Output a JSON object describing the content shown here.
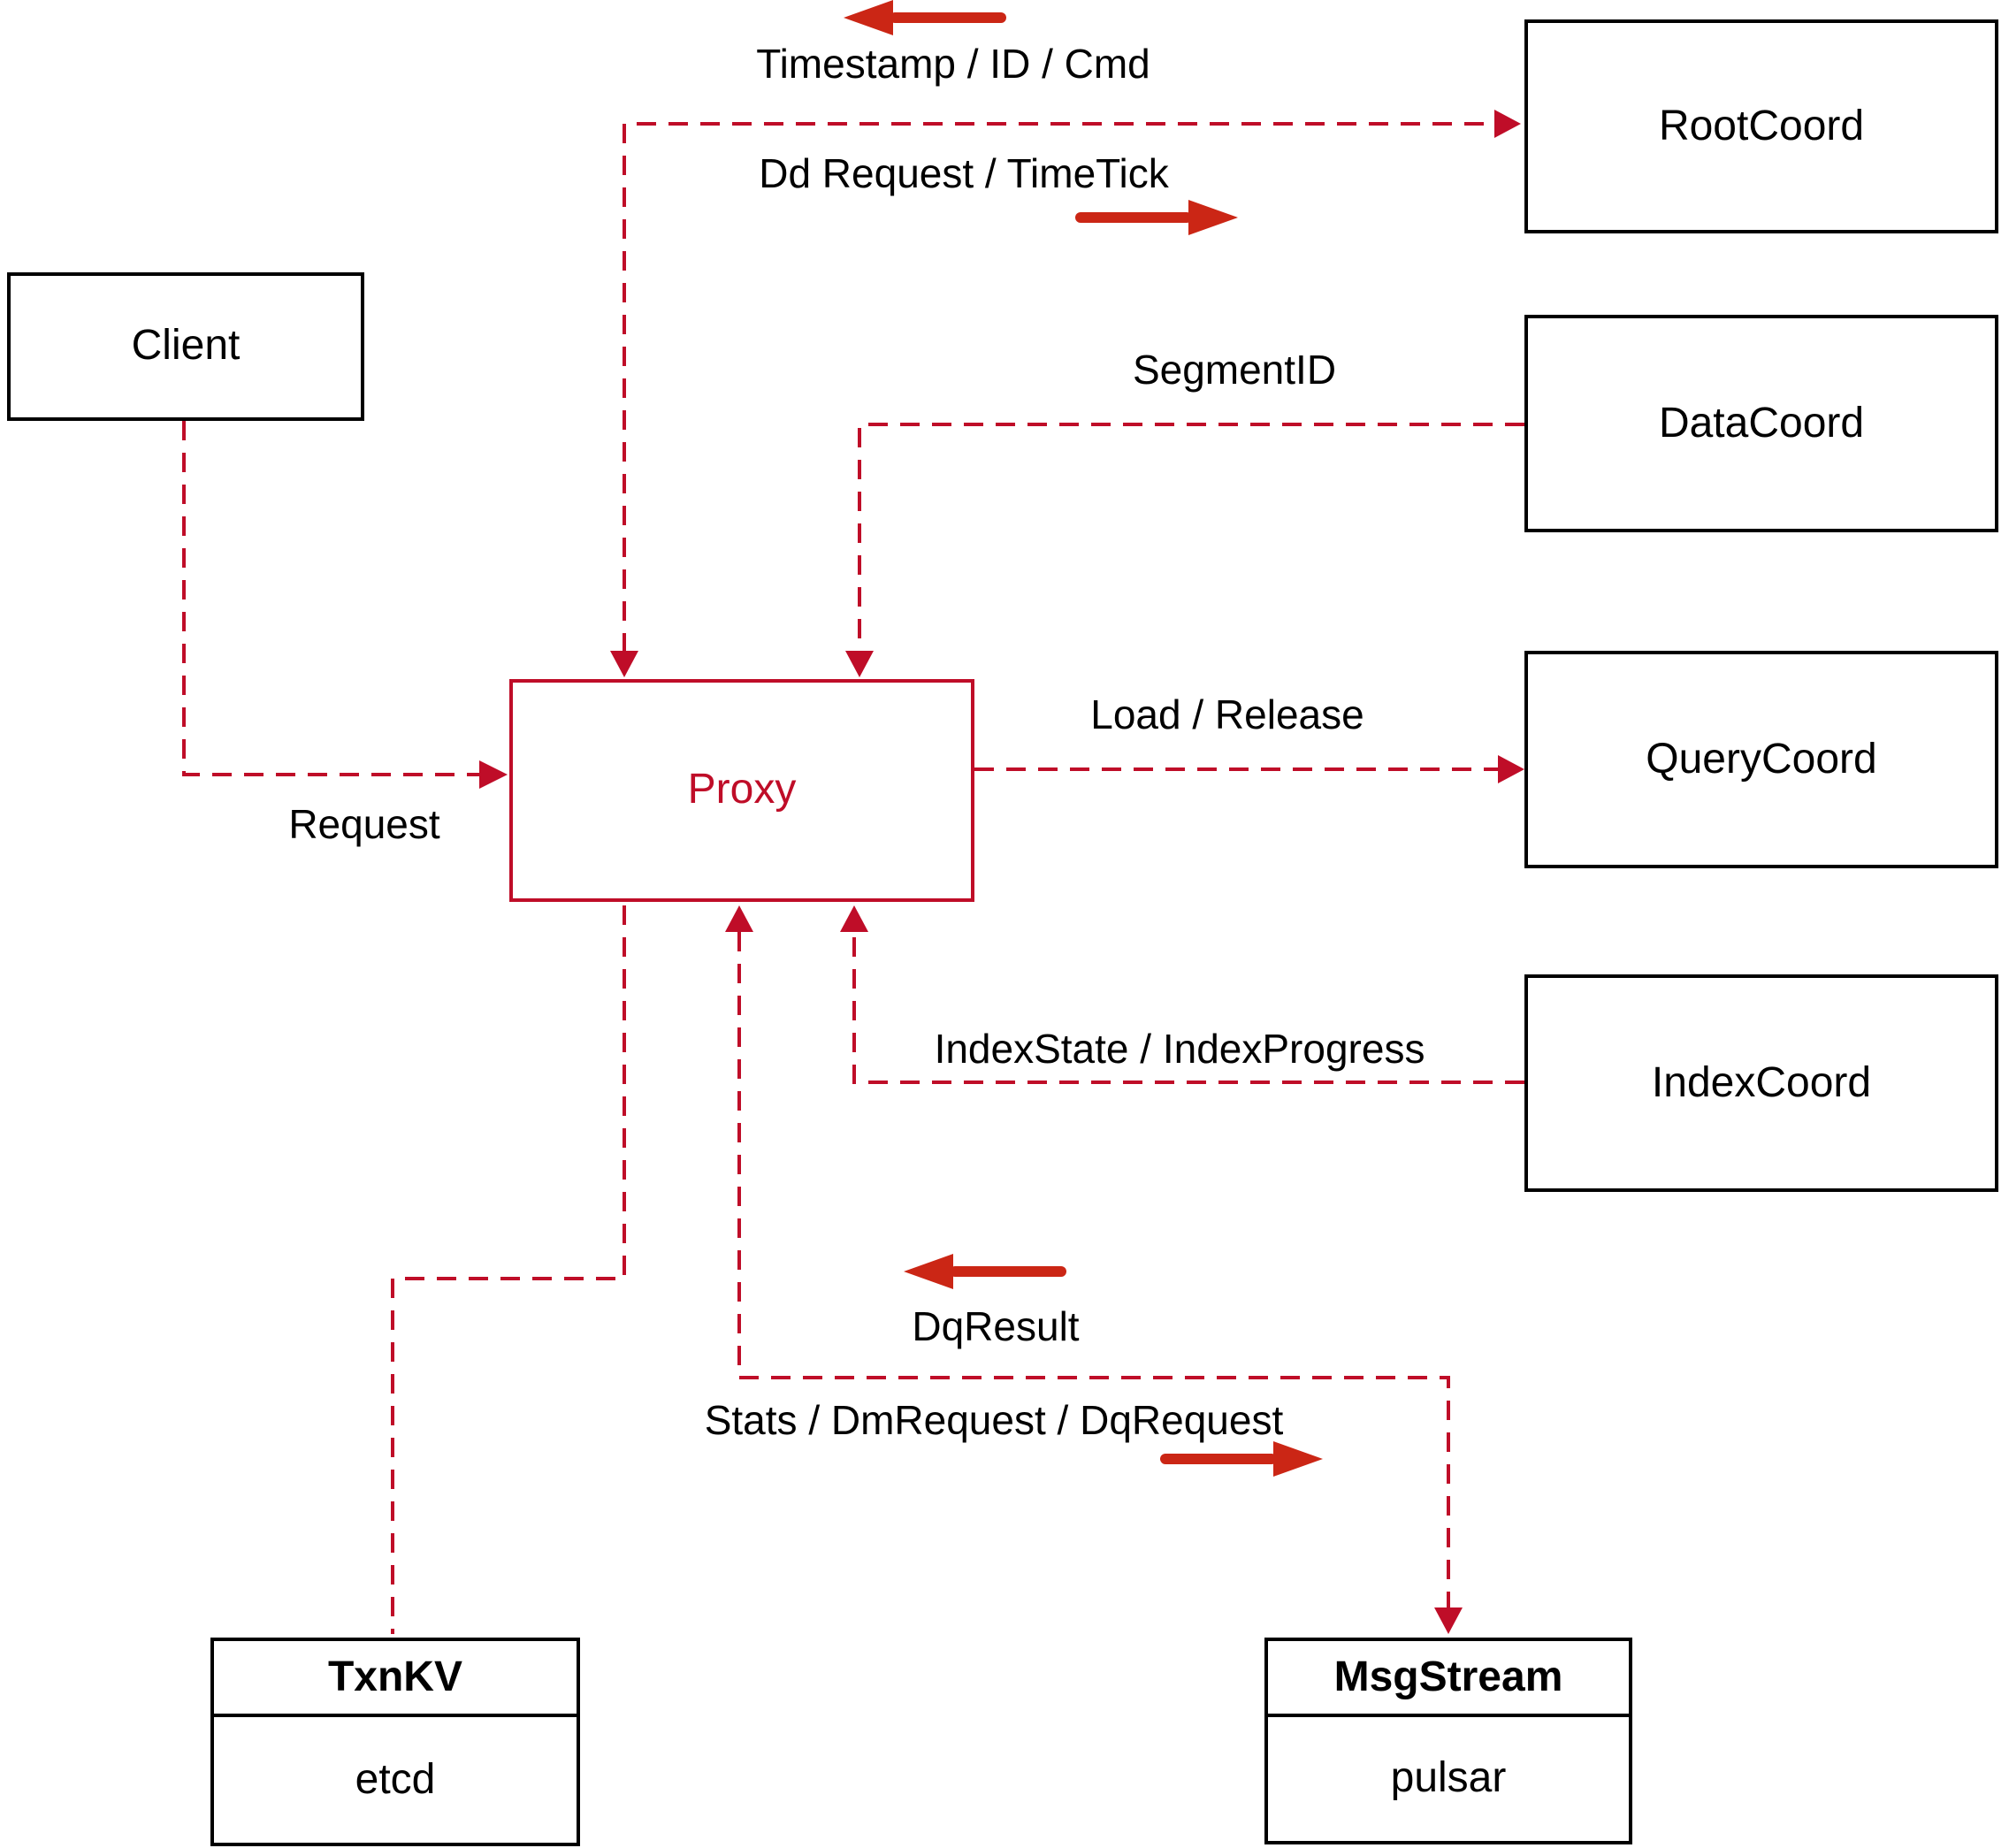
{
  "diagram": {
    "nodes": {
      "client": {
        "label": "Client"
      },
      "proxy": {
        "label": "Proxy"
      },
      "root_coord": {
        "label": "RootCoord"
      },
      "data_coord": {
        "label": "DataCoord"
      },
      "query_coord": {
        "label": "QueryCoord"
      },
      "index_coord": {
        "label": "IndexCoord"
      },
      "txn_kv": {
        "title": "TxnKV",
        "subtitle": "etcd"
      },
      "msg_stream": {
        "title": "MsgStream",
        "subtitle": "pulsar"
      }
    },
    "edge_labels": {
      "timestamp_id_cmd": "Timestamp / ID / Cmd",
      "dd_request_timetick": "Dd Request / TimeTick",
      "segment_id": "SegmentID",
      "request": "Request",
      "load_release": "Load / Release",
      "index_state_progress": "IndexState / IndexProgress",
      "dq_result": "DqResult",
      "stats_dm_dq_request": "Stats / DmRequest / DqRequest"
    },
    "colors": {
      "dashed_line": "#bf0d28",
      "solid_arrow": "#cb2615",
      "box_border": "#000000",
      "proxy_accent": "#bf0d28",
      "label_text": "#000000",
      "background": "#ffffff"
    }
  }
}
